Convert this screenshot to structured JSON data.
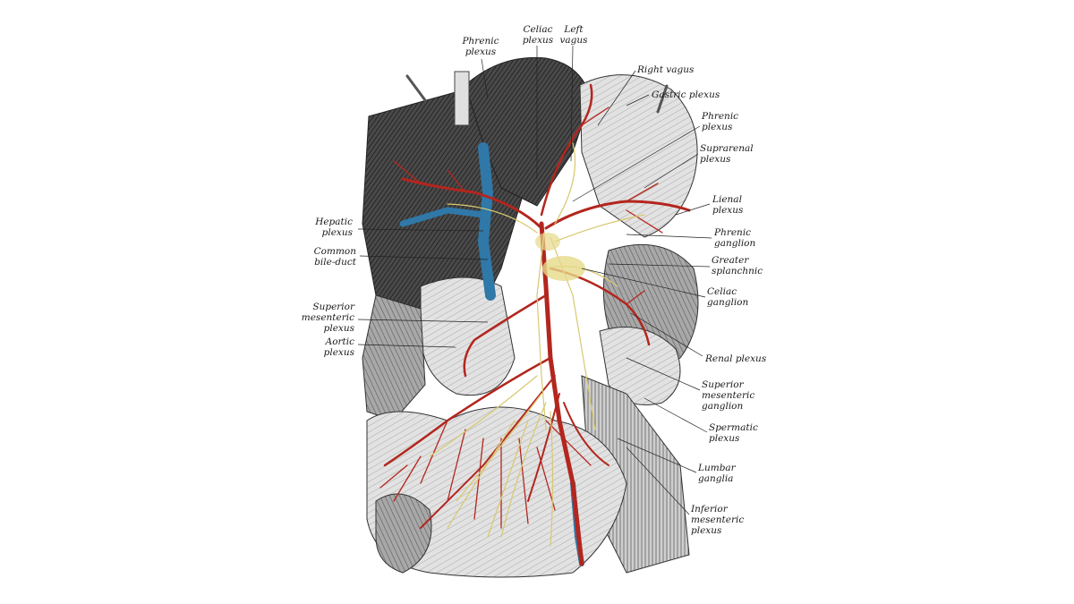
{
  "colors": {
    "background": "#ffffff",
    "artery": "#b3261e",
    "vein": "#2f78a8",
    "nerve": "#e6d98a",
    "tissue_dark": "#3a3a3a",
    "tissue_mid": "#8a8a8a",
    "tissue_light": "#d6d6d6"
  },
  "labels": {
    "phrenic_plexus_top": [
      "Phrenic",
      "plexus"
    ],
    "celiac_plexus": [
      "Celiac",
      "plexus"
    ],
    "left_vagus": [
      "Left",
      "vagus"
    ],
    "right_vagus": [
      "Right vagus"
    ],
    "gastric_plexus": [
      "Gastric plexus"
    ],
    "phrenic_plexus_right": [
      "Phrenic",
      "plexus"
    ],
    "suprarenal_plexus": [
      "Suprarenal",
      "plexus"
    ],
    "lienal_plexus": [
      "Lienal",
      "plexus"
    ],
    "phrenic_ganglion": [
      "Phrenic",
      "ganglion"
    ],
    "greater_splanchnic": [
      "Greater",
      "splanchnic"
    ],
    "celiac_ganglion": [
      "Celiac",
      "ganglion"
    ],
    "renal_plexus": [
      "Renal plexus"
    ],
    "superior_mesenteric_ganglion": [
      "Superior",
      "mesenteric",
      "ganglion"
    ],
    "spermatic_plexus": [
      "Spermatic",
      "plexus"
    ],
    "lumbar_ganglia": [
      "Lumbar",
      "ganglia"
    ],
    "inferior_mesenteric_plexus": [
      "Inferior",
      "mesenteric",
      "plexus"
    ],
    "hepatic_plexus": [
      "Hepatic",
      "plexus"
    ],
    "common_bile_duct": [
      "Common",
      "bile-duct"
    ],
    "superior_mesenteric_plexus": [
      "Superior",
      "mesenteric",
      "plexus"
    ],
    "aortic_plexus": [
      "Aortic",
      "plexus"
    ]
  }
}
